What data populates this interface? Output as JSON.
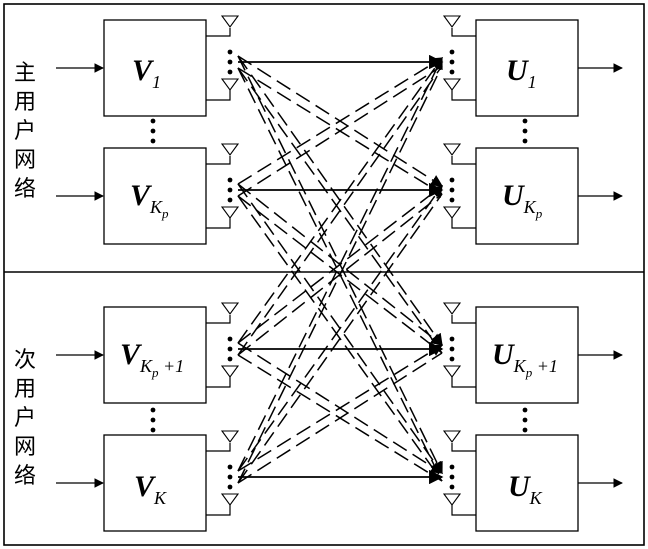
{
  "side_labels": {
    "primary": [
      "主",
      "用",
      "户",
      "网",
      "络"
    ],
    "secondary": [
      "次",
      "用",
      "户",
      "网",
      "络"
    ]
  },
  "transmitters": [
    {
      "letter": "V",
      "sub": "1",
      "sub2": "",
      "suffix": ""
    },
    {
      "letter": "V",
      "sub": "K",
      "sub2": "p",
      "suffix": ""
    },
    {
      "letter": "V",
      "sub": "K",
      "sub2": "p",
      "suffix": " +1"
    },
    {
      "letter": "V",
      "sub": "K",
      "sub2": "",
      "suffix": ""
    }
  ],
  "receivers": [
    {
      "letter": "U",
      "sub": "1",
      "sub2": "",
      "suffix": ""
    },
    {
      "letter": "U",
      "sub": "K",
      "sub2": "p",
      "suffix": ""
    },
    {
      "letter": "U",
      "sub": "K",
      "sub2": "p",
      "suffix": " +1"
    },
    {
      "letter": "U",
      "sub": "K",
      "sub2": "",
      "suffix": ""
    }
  ]
}
